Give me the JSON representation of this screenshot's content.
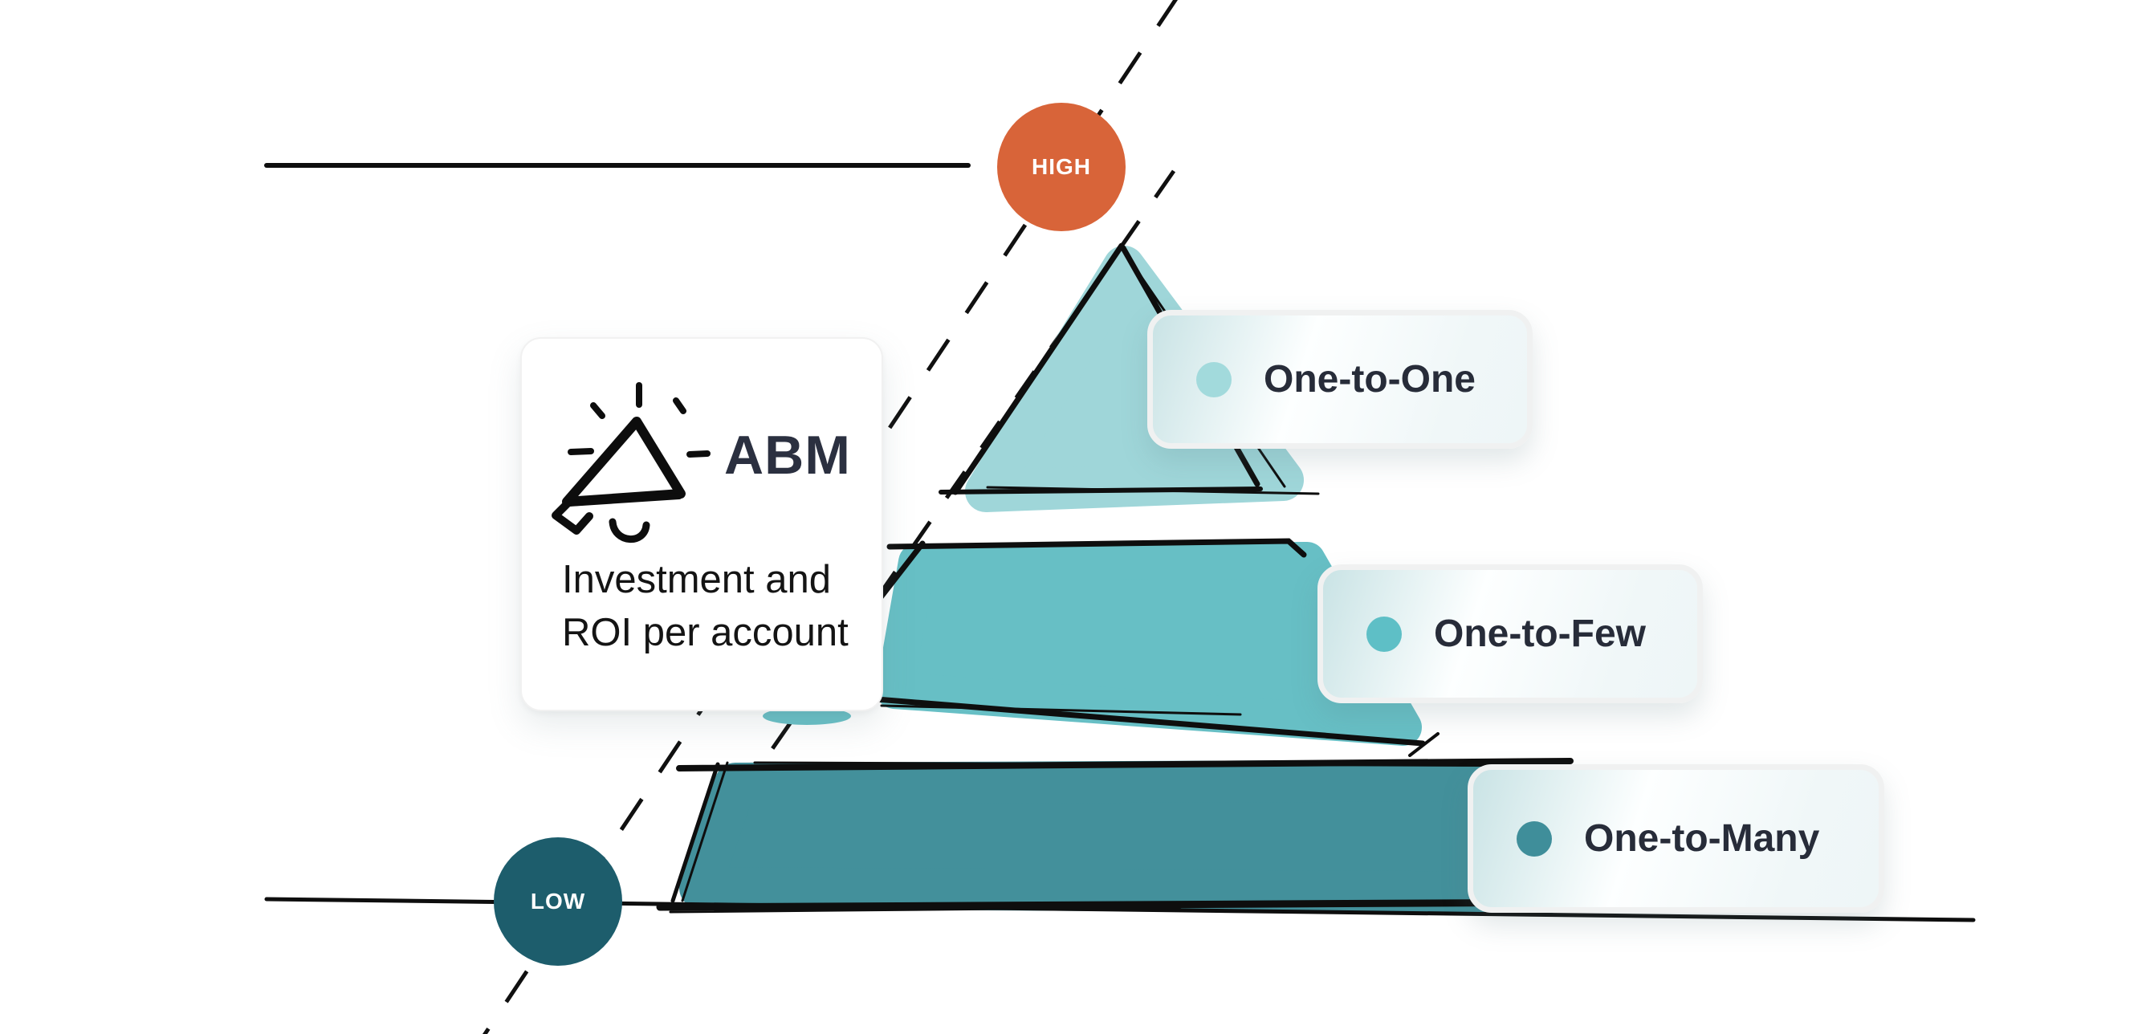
{
  "card": {
    "title": "ABM",
    "description": "Investment and ROI per account",
    "icon": "megaphone-icon"
  },
  "badges": {
    "high": {
      "label": "HIGH",
      "color": "#d86439"
    },
    "low": {
      "label": "LOW",
      "color": "#1d5d6c"
    }
  },
  "pyramid": {
    "tiers": [
      {
        "label": "One-to-One",
        "shape_color": "#9fd6d9",
        "dot_color": "#a2dadc"
      },
      {
        "label": "One-to-Few",
        "shape_color": "#67bfc5",
        "dot_color": "#5ebfc6"
      },
      {
        "label": "One-to-Many",
        "shape_color": "#43909b",
        "dot_color": "#3f8e9a"
      }
    ]
  },
  "lines": {
    "sketch_color": "#0e0e0e"
  }
}
